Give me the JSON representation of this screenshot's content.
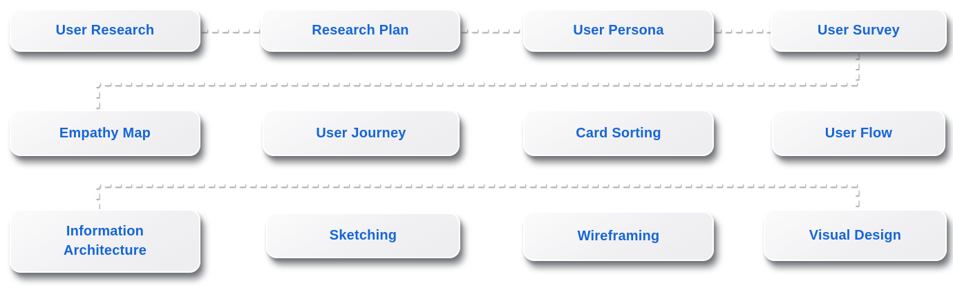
{
  "diagram": {
    "description": "UX design process flowchart with three rows of stage cards connected by dashed lines",
    "colors": {
      "label_blue": "#1565d8",
      "node_fill": "#f1f1f3",
      "node_rim": "#ffffff",
      "connector": "#ffffff",
      "background": "#ffffff"
    },
    "nodes": [
      {
        "id": "user-research",
        "label": "User Research"
      },
      {
        "id": "research-plan",
        "label": "Research Plan"
      },
      {
        "id": "user-persona",
        "label": "User Persona"
      },
      {
        "id": "user-survey",
        "label": "User Survey"
      },
      {
        "id": "empathy-map",
        "label": "Empathy Map"
      },
      {
        "id": "user-journey",
        "label": "User Journey"
      },
      {
        "id": "card-sorting",
        "label": "Card Sorting"
      },
      {
        "id": "user-flow",
        "label": "User Flow"
      },
      {
        "id": "information-architecture",
        "label": "Information Architecture"
      },
      {
        "id": "sketching",
        "label": "Sketching"
      },
      {
        "id": "wireframing",
        "label": "Wireframing"
      },
      {
        "id": "visual-design",
        "label": "Visual Design"
      }
    ],
    "connectors": [
      {
        "style": "dashed",
        "from": "user-research",
        "to": "research-plan"
      },
      {
        "style": "dashed",
        "from": "research-plan",
        "to": "user-persona"
      },
      {
        "style": "dashed",
        "from": "user-persona",
        "to": "user-survey"
      },
      {
        "style": "dashed",
        "from": "user-survey",
        "to": "empathy-map",
        "shape": "elbow-down-left-down"
      },
      {
        "style": "dashed",
        "from": "information-architecture",
        "to": "visual-design",
        "shape": "rail-up-across-down"
      }
    ]
  }
}
